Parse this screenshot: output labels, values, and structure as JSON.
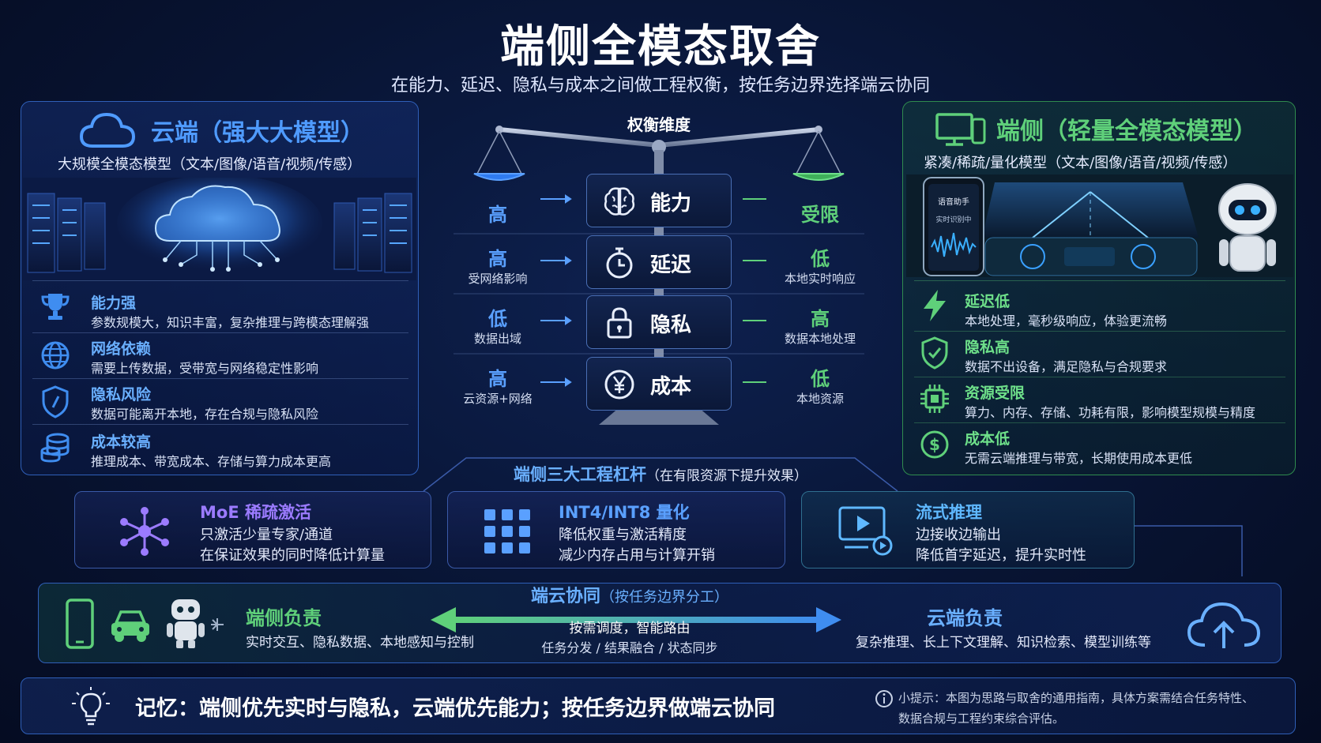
{
  "header": {
    "title": "端侧全模态取舍",
    "subtitle": "在能力、延迟、隐私与成本之间做工程权衡，按任务边界选择端云协同"
  },
  "cloud": {
    "title": "云端（强大大模型）",
    "subtitle": "大规模全模态模型（文本/图像/语音/视频/传感）",
    "features": [
      {
        "title": "能力强",
        "desc": "参数规模大，知识丰富，复杂推理与跨模态理解强",
        "icon": "trophy-icon"
      },
      {
        "title": "网络依赖",
        "desc": "需要上传数据，受带宽与网络稳定性影响",
        "icon": "globe-icon"
      },
      {
        "title": "隐私风险",
        "desc": "数据可能离开本地，存在合规与隐私风险",
        "icon": "shield-icon"
      },
      {
        "title": "成本较高",
        "desc": "推理成本、带宽成本、存储与算力成本更高",
        "icon": "database-icon"
      }
    ]
  },
  "edge": {
    "title": "端侧（轻量全模态模型）",
    "subtitle": "紧凑/稀疏/量化模型（文本/图像/语音/视频/传感）",
    "phone_text_1": "语音助手",
    "phone_text_2": "实时识别中",
    "features": [
      {
        "title": "延迟低",
        "desc": "本地处理，毫秒级响应，体验更流畅",
        "icon": "bolt-icon"
      },
      {
        "title": "隐私高",
        "desc": "数据不出设备，满足隐私与合规要求",
        "icon": "shield-check-icon"
      },
      {
        "title": "资源受限",
        "desc": "算力、内存、存储、功耗有限，影响模型规模与精度",
        "icon": "chip-icon"
      },
      {
        "title": "成本低",
        "desc": "无需云端推理与带宽，长期使用成本更低",
        "icon": "coin-icon"
      }
    ]
  },
  "balance": {
    "label": "权衡维度",
    "rows": [
      {
        "name": "能力",
        "icon": "brain-icon",
        "left": "高",
        "left_sub": "",
        "right": "受限",
        "right_sub": ""
      },
      {
        "name": "延迟",
        "icon": "stopwatch-icon",
        "left": "高",
        "left_sub": "受网络影响",
        "right": "低",
        "right_sub": "本地实时响应"
      },
      {
        "name": "隐私",
        "icon": "lock-icon",
        "left": "低",
        "left_sub": "数据出域",
        "right": "高",
        "right_sub": "数据本地处理"
      },
      {
        "name": "成本",
        "icon": "yen-icon",
        "left": "高",
        "left_sub": "云资源+网络",
        "right": "低",
        "right_sub": "本地资源"
      }
    ]
  },
  "levers": {
    "title": "端侧三大工程杠杆",
    "title_note": "（在有限资源下提升效果）",
    "items": [
      {
        "title": "MoE 稀疏激活",
        "line1": "只激活少量专家/通道",
        "line2": "在保证效果的同时降低计算量",
        "icon": "network-icon",
        "color": "#9b7bff"
      },
      {
        "title": "INT4/INT8 量化",
        "line1": "降低权重与激活精度",
        "line2": "减少内存占用与计算开销",
        "icon": "grid-icon",
        "color": "#5aa0ff"
      },
      {
        "title": "流式推理",
        "line1": "边接收边输出",
        "line2": "降低首字延迟，提升实时性",
        "icon": "stream-icon",
        "color": "#5fb8ff"
      }
    ]
  },
  "collab": {
    "title": "端云协同",
    "title_note": "（按任务边界分工）",
    "edge_title": "端侧负责",
    "edge_desc": "实时交互、隐私数据、本地感知与控制",
    "cloud_title": "云端负责",
    "cloud_desc": "复杂推理、长上下文理解、知识检索、模型训练等",
    "mid_line1": "按需调度，智能路由",
    "mid_line2": "任务分发 / 结果融合 / 状态同步"
  },
  "memory": {
    "text": "记忆：端侧优先实时与隐私，云端优先能力；按任务边界做端云协同",
    "tip_line1": "小提示：本图为思路与取舍的通用指南，具体方案需结合任务特性、",
    "tip_line2": "数据合规与工程约束综合评估。"
  },
  "colors": {
    "cloud_accent": "#4f9bff",
    "edge_accent": "#5fd07a",
    "background": "#081433"
  }
}
